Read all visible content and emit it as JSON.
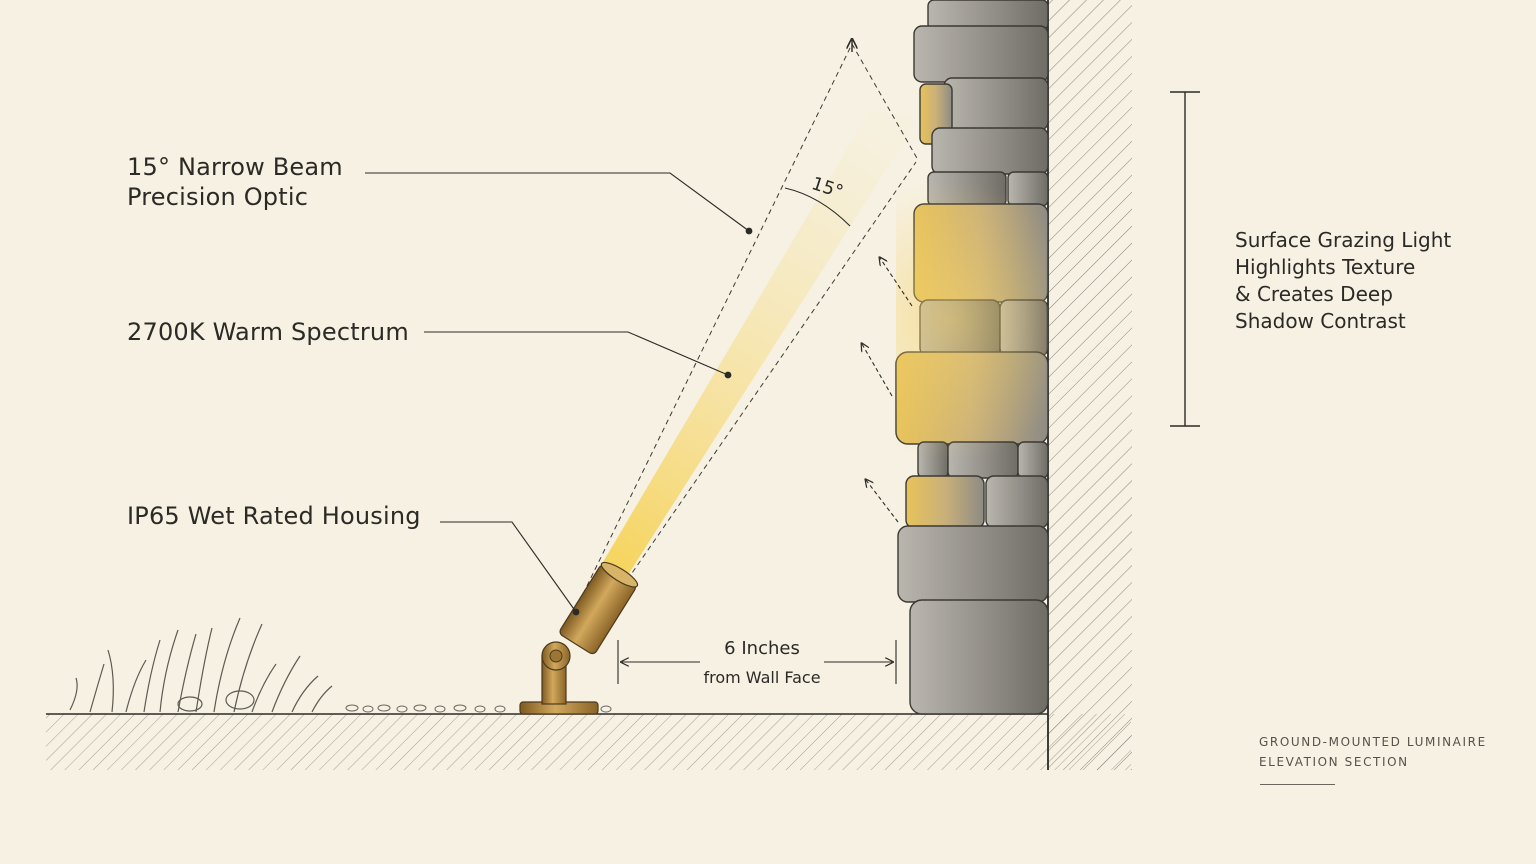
{
  "callouts": {
    "beam": {
      "line1": "15° Narrow Beam",
      "line2": "Precision Optic"
    },
    "spectrum": {
      "line1": "2700K Warm Spectrum"
    },
    "housing": {
      "line1": "IP65 Wet Rated Housing"
    }
  },
  "beam_angle_label": "15°",
  "dimension": {
    "value": "6 Inches",
    "detail": "from Wall Face"
  },
  "side_note": {
    "lines": [
      "Surface Grazing Light",
      "Highlights Texture",
      "& Creates Deep",
      "Shadow Contrast"
    ]
  },
  "caption": {
    "line1": "GROUND-MOUNTED LUMINAIRE",
    "line2": "ELEVATION SECTION"
  },
  "colors": {
    "paper": "#f6f1e2",
    "ink": "#2b2a27",
    "warm_light": "#f7d66b",
    "brass": "#b88a3e",
    "stone_shadow": "#8d8b86"
  }
}
